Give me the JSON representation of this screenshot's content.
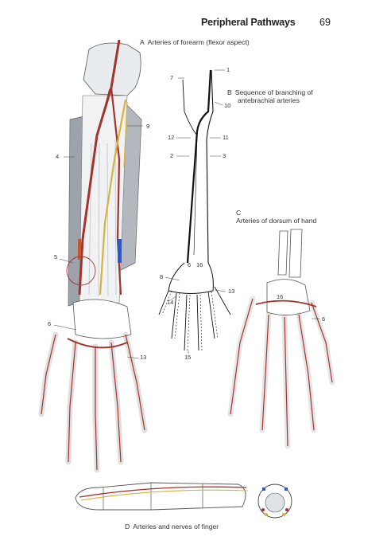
{
  "header": {
    "title": "Peripheral Pathways",
    "page_number": "69"
  },
  "captions": {
    "a": {
      "letter": "A",
      "text": "Arteries of forearm (flexor aspect)"
    },
    "b": {
      "letter": "B",
      "line1": "Sequence of branching of",
      "line2": "antebrachial arteries"
    },
    "c": {
      "letter": "C",
      "text": "Arteries of dorsum of hand"
    },
    "d": {
      "letter": "D",
      "text": "Arteries and nerves of finger"
    }
  },
  "labels": {
    "a_9": "9",
    "a_4": "4",
    "a_5": "5",
    "a_6": "6",
    "a_13": "13",
    "b_1": "1",
    "b_7": "7",
    "b_10": "10",
    "b_12": "12",
    "b_11": "11",
    "b_2": "2",
    "b_3": "3",
    "b_6": "6",
    "b_16": "16",
    "b_8": "8",
    "b_13": "13",
    "b_14": "14",
    "b_15": "15",
    "c_16": "16",
    "c_6": "6"
  },
  "colors": {
    "artery": "#a3332c",
    "nerve": "#d8b23a",
    "muscle": "#9ea3ab",
    "bone_outline": "#444444",
    "vein": "#3556b8"
  }
}
